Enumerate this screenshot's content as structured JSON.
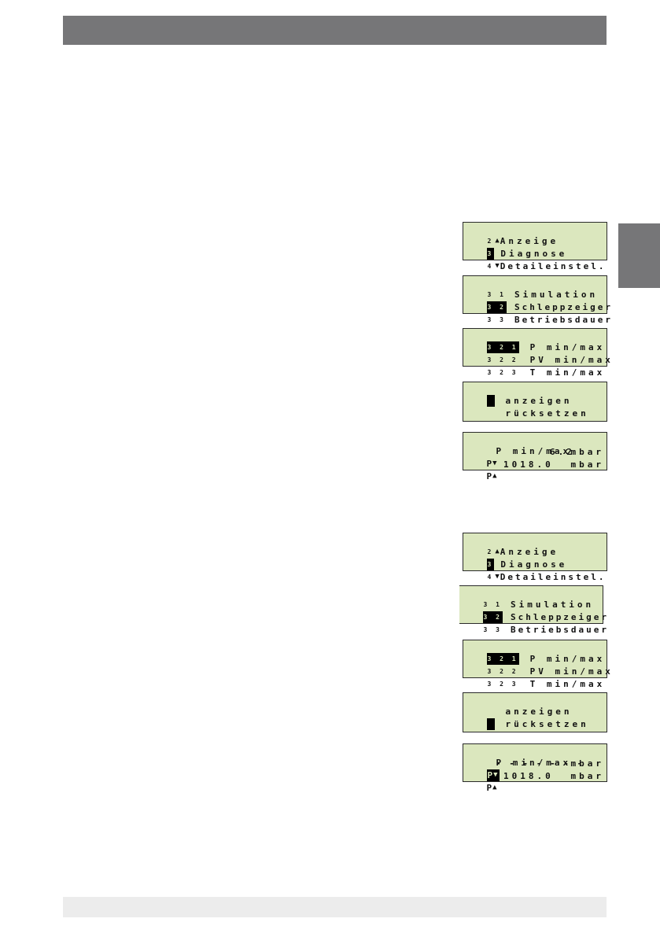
{
  "sequence1": {
    "s1": {
      "rows": [
        {
          "num": "2",
          "arrow": "▲",
          "text": "Anzeige"
        },
        {
          "num": "3",
          "text": "Diagnose",
          "selected": true
        },
        {
          "num": "4",
          "arrow": "▼",
          "text": "Detaileinstel."
        }
      ]
    },
    "s2": {
      "rows": [
        {
          "num": "3 1",
          "text": "Simulation"
        },
        {
          "num": "3 2",
          "text": "Schleppzeiger",
          "selected": true
        },
        {
          "num": "3 3",
          "text": "Betriebsdauer"
        }
      ]
    },
    "s3": {
      "rows": [
        {
          "num": "3 2 1",
          "text": "P min/max",
          "selected": true
        },
        {
          "num": "3 2 2",
          "text": "PV min/max"
        },
        {
          "num": "3 2 3",
          "text": "T min/max"
        }
      ]
    },
    "s4": {
      "rows": [
        {
          "text": "anzeigen",
          "cursor": true
        },
        {
          "text": "rücksetzen"
        }
      ]
    },
    "s5": {
      "title": "P min/max",
      "min_prefix": "P",
      "min_arrow": "▼",
      "min_value": "6.2",
      "min_unit": "mbar",
      "max_prefix": "P",
      "max_arrow": "▲",
      "max_value": "1018.0",
      "max_unit": "mbar"
    }
  },
  "sequence2": {
    "s1": {
      "rows": [
        {
          "num": "2",
          "arrow": "▲",
          "text": "Anzeige"
        },
        {
          "num": "3",
          "text": "Diagnose",
          "selected": true
        },
        {
          "num": "4",
          "arrow": "▼",
          "text": "Detaileinstel."
        }
      ]
    },
    "s2": {
      "rows": [
        {
          "num": "3 1",
          "text": "Simulation"
        },
        {
          "num": "3 2",
          "text": "Schleppzeiger",
          "selected": true
        },
        {
          "num": "3 3",
          "text": "Betriebsdauer"
        }
      ]
    },
    "s3": {
      "rows": [
        {
          "num": "3 2 1",
          "text": "P min/max",
          "selected": true
        },
        {
          "num": "3 2 2",
          "text": "PV min/max"
        },
        {
          "num": "3 2 3",
          "text": "T min/max"
        }
      ]
    },
    "s4": {
      "rows": [
        {
          "text": "anzeigen"
        },
        {
          "text": "rücksetzen",
          "cursor": true
        }
      ]
    },
    "s5": {
      "title": "P min/max",
      "min_prefix": "P",
      "min_arrow": "▼",
      "min_value": "- - - - - - -",
      "min_unit": "mbar",
      "max_prefix": "P",
      "max_arrow": "▲",
      "max_value": "1018.0",
      "max_unit": "mbar"
    }
  }
}
